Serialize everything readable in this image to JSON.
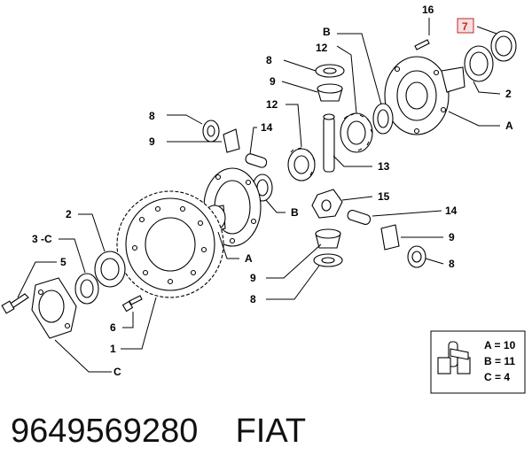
{
  "labels": {
    "p16": "16",
    "p7": "7",
    "pB_top": "B",
    "p12_top": "12",
    "p8_top": "8",
    "p9_top": "9",
    "p2_right": "2",
    "pA_right": "A",
    "p12_mid": "12",
    "p8_left": "8",
    "p14_top": "14",
    "p9_left": "9",
    "p13": "13",
    "p15": "15",
    "pB_mid": "B",
    "p2_left": "2",
    "p3c": "3 -C",
    "p5": "5",
    "pA_mid": "A",
    "p14_right": "14",
    "p9_right": "9",
    "p8_right": "8",
    "p9_bottom": "9",
    "p8_bottom": "8",
    "p6": "6",
    "p1": "1",
    "pC": "C"
  },
  "legend": {
    "a": "A = 10",
    "b": "B = 11",
    "c": "C = 4"
  },
  "footer": {
    "part_number": "9649569280",
    "brand": "FIAT"
  },
  "colors": {
    "highlight": "#c02828",
    "highlight_fill": "#f6dede"
  }
}
